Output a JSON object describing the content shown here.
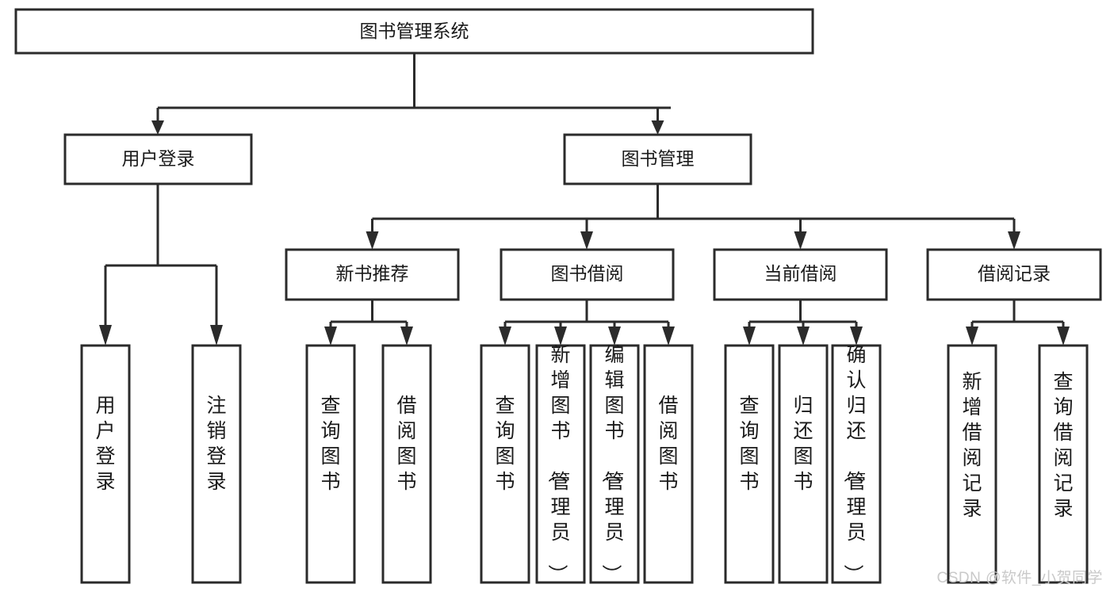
{
  "diagram": {
    "title": "图书管理系统",
    "type": "hierarchy-tree",
    "root": {
      "id": "root",
      "label": "图书管理系统"
    },
    "level2": [
      {
        "id": "user-login",
        "label": "用户登录"
      },
      {
        "id": "book-manage",
        "label": "图书管理"
      }
    ],
    "level3": [
      {
        "id": "new-book-recommend",
        "label": "新书推荐",
        "parent": "book-manage"
      },
      {
        "id": "book-borrow",
        "label": "图书借阅",
        "parent": "book-manage"
      },
      {
        "id": "current-borrow",
        "label": "当前借阅",
        "parent": "book-manage"
      },
      {
        "id": "borrow-record",
        "label": "借阅记录",
        "parent": "book-manage"
      }
    ],
    "leaves": [
      {
        "id": "leaf-user-login",
        "label": "用户登录",
        "parent": "user-login"
      },
      {
        "id": "leaf-logout-login",
        "label": "注销登录",
        "parent": "user-login"
      },
      {
        "id": "leaf-query-book-1",
        "label": "查询图书",
        "parent": "new-book-recommend"
      },
      {
        "id": "leaf-borrow-book-1",
        "label": "借阅图书",
        "parent": "new-book-recommend"
      },
      {
        "id": "leaf-query-book-2",
        "label": "查询图书",
        "parent": "book-borrow"
      },
      {
        "id": "leaf-add-book",
        "label": "新增图书（管理员）",
        "parent": "book-borrow"
      },
      {
        "id": "leaf-edit-book",
        "label": "编辑图书（管理员）",
        "parent": "book-borrow"
      },
      {
        "id": "leaf-borrow-book-2",
        "label": "借阅图书",
        "parent": "book-borrow"
      },
      {
        "id": "leaf-query-book-3",
        "label": "查询图书",
        "parent": "current-borrow"
      },
      {
        "id": "leaf-return-book",
        "label": "归还图书",
        "parent": "current-borrow"
      },
      {
        "id": "leaf-confirm-return",
        "label": "确认归还（管理员）",
        "parent": "current-borrow"
      },
      {
        "id": "leaf-add-record",
        "label": "新增借阅记录",
        "parent": "borrow-record"
      },
      {
        "id": "leaf-query-record",
        "label": "查询借阅记录",
        "parent": "borrow-record"
      }
    ],
    "colors": {
      "stroke": "#2b2b2b",
      "fill": "#ffffff",
      "text": "#1a1a1a",
      "watermark": "#c9c9c9"
    }
  },
  "watermark": {
    "text": "CSDN @软件_小贺同学"
  }
}
